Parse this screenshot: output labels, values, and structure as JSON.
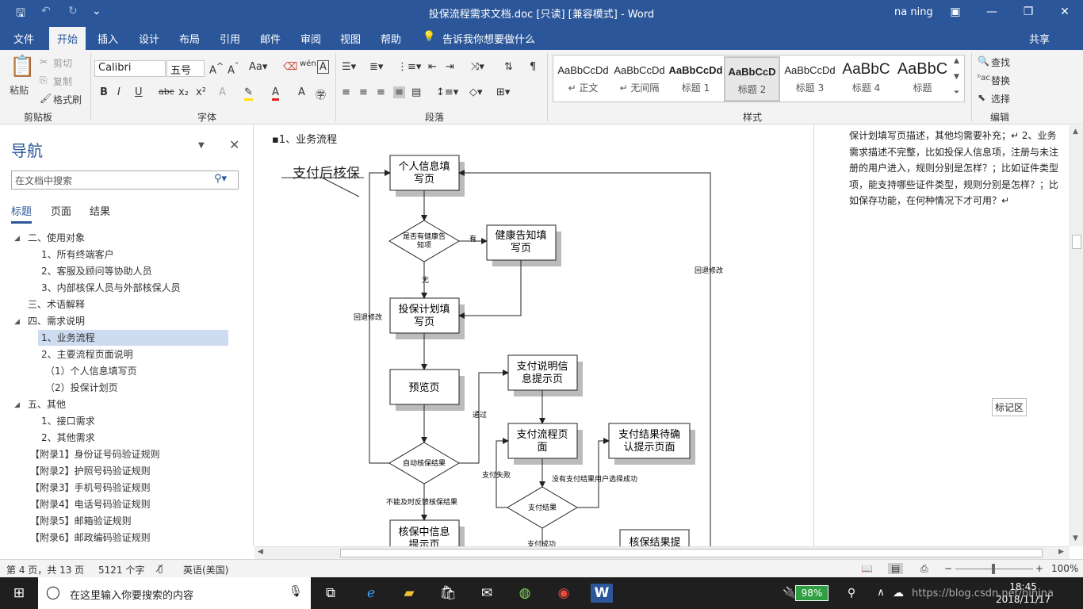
{
  "titlebar": {
    "doc_title": "投保流程需求文档.doc [只读] [兼容模式]  -  Word",
    "user": "na ning",
    "qa_save": "🖫",
    "qa_undo": "↶",
    "qa_redo": "↻",
    "qa_more": "⌄",
    "win_display": "▣",
    "win_min": "—",
    "win_max": "❐",
    "win_close": "✕"
  },
  "tabs": [
    "文件",
    "开始",
    "插入",
    "设计",
    "布局",
    "引用",
    "邮件",
    "审阅",
    "视图",
    "帮助"
  ],
  "tellme": "告诉我你想要做什么",
  "share": "共享",
  "ribbon": {
    "paste": "粘贴",
    "cut": "剪切",
    "copy": "复制",
    "format_painter": "格式刷",
    "clipboard_label": "剪贴板",
    "font_name": "Calibri",
    "font_size": "五号",
    "font_label": "字体",
    "paragraph_label": "段落",
    "styles_label": "样式",
    "editing_label": "编辑",
    "find": "查找",
    "replace": "替换",
    "select": "选择",
    "styles": [
      {
        "sample": "AaBbCcDd",
        "name": "↵ 正文"
      },
      {
        "sample": "AaBbCcDd",
        "name": "↵ 无间隔"
      },
      {
        "sample": "AaBbCcDd",
        "name": "标题 1"
      },
      {
        "sample": "AaBbCcD",
        "name": "标题 2"
      },
      {
        "sample": "AaBbCcDd",
        "name": "标题 3"
      },
      {
        "sample": "AaBbC",
        "name": "标题 4"
      },
      {
        "sample": "AaBbC",
        "name": "标题"
      }
    ]
  },
  "nav": {
    "title": "导航",
    "search_placeholder": "在文档中搜索",
    "tabs": [
      "标题",
      "页面",
      "结果"
    ],
    "headings": [
      "二、使用对象",
      "1、所有终端客户",
      "2、客服及顾问等协助人员",
      "3、内部核保人员与外部核保人员",
      "三、术语解释",
      "四、需求说明",
      "1、业务流程",
      "2、主要流程页面说明",
      "（1）个人信息填写页",
      "（2）投保计划页",
      "五、其他",
      "1、接口需求",
      "2、其他需求",
      "【附录1】身份证号码验证规则",
      "【附录2】护照号码验证规则",
      "【附录3】手机号码验证规则",
      "【附录4】电话号码验证规则",
      "【附录5】邮箱验证规则",
      "【附录6】邮政编码验证规则"
    ]
  },
  "doc": {
    "heading": "1、业务流程",
    "handwriting": "支付后核保",
    "flow": {
      "personal_info": [
        "个人信息填",
        "写页"
      ],
      "health_decision": [
        "是否有健康告",
        "知项"
      ],
      "yes": "有",
      "health_page": [
        "健康告知填",
        "写页"
      ],
      "no": "无",
      "plan_page": [
        "投保计划填",
        "写页"
      ],
      "back_modify_1": "回退修改",
      "back_modify_2": "回退修改",
      "preview": "预览页",
      "pay_info": [
        "支付说明信",
        "息提示页"
      ],
      "pass": "通过",
      "pay_flow": [
        "支付流程页",
        "面"
      ],
      "pay_pending": [
        "支付结果待确",
        "认提示页面"
      ],
      "auto_underwrite": "自动核保结果",
      "pay_failed": "支付失败",
      "no_result": "没有支付结果用户选择成功",
      "pay_result": "支付结果",
      "cannot_feedback": "不能及时反馈核保结果",
      "uw_info": [
        "核保中信息",
        "提示页"
      ],
      "pay_success": "支付成功",
      "uw_result": "核保结果提"
    },
    "comment": "保计划填写页描述，其他均需要补充；↵ 2、业务需求描述不完整，比如投保人信息项，注册与未注册的用户进入，规则分别是怎样？；比如证件类型项，能支持哪些证件类型，规则分别是怎样？；比如保存功能，在何种情况下才可用？↵",
    "comment_marker": "标记区"
  },
  "status": {
    "page": "第 4 页，共 13 页",
    "words": "5121 个字",
    "lang": "英语(美国)",
    "zoom": "100%"
  },
  "taskbar": {
    "search": "在这里输入你要搜索的内容",
    "battery": "98%",
    "time": "18:45",
    "date": "2018/11/17",
    "watermark": "https://blog.csdn.net/ninjna"
  }
}
